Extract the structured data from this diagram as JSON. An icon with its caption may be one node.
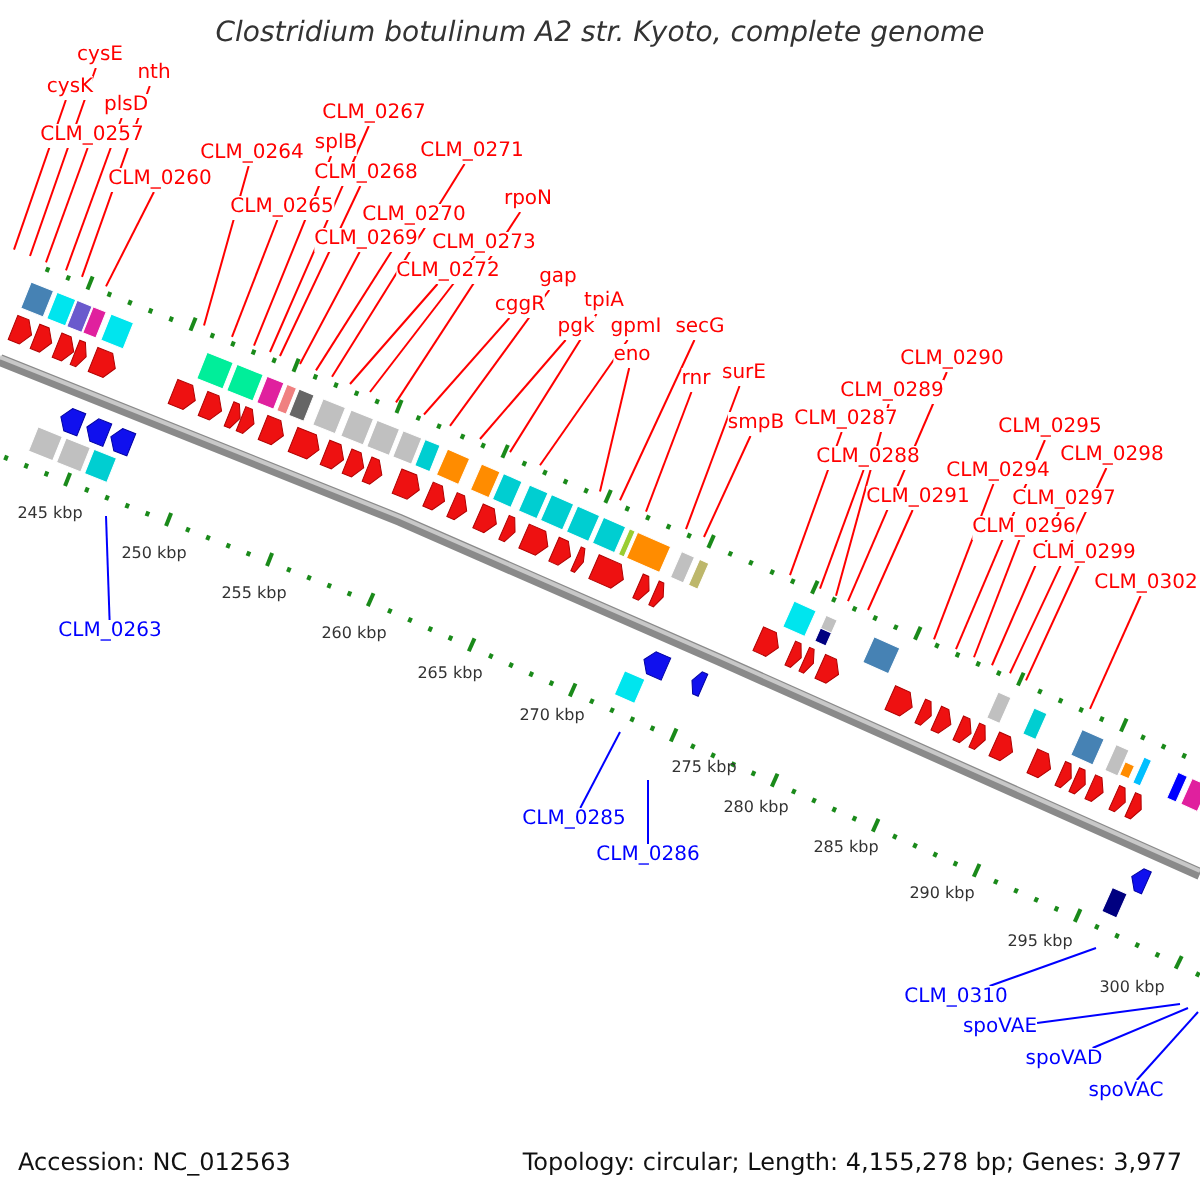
{
  "diagram": {
    "title": "Clostridium botulinum A2 str. Kyoto, complete genome",
    "nodes": [
      {
        "text": [
          "cysK"
        ]
      },
      {
        "text": [
          "cysE"
        ]
      },
      {
        "text": [
          "CLM_0257"
        ]
      },
      {
        "text": [
          "plsD"
        ]
      },
      {
        "text": [
          "nth"
        ]
      },
      {
        "text": [
          "CLM_0260"
        ]
      },
      {
        "text": [
          "CLM_0264"
        ]
      },
      {
        "text": [
          "CLM_0265"
        ]
      },
      {
        "text": [
          "splB"
        ]
      },
      {
        "text": [
          "CLM_0267"
        ]
      },
      {
        "text": [
          "CLM_0268"
        ]
      },
      {
        "text": [
          "CLM_0269"
        ]
      },
      {
        "text": [
          "CLM_0270"
        ]
      },
      {
        "text": [
          "CLM_0271"
        ]
      },
      {
        "text": [
          "CLM_0272"
        ]
      },
      {
        "text": [
          "CLM_0273"
        ]
      },
      {
        "text": [
          "rpoN"
        ]
      },
      {
        "text": [
          "cggR"
        ]
      },
      {
        "text": [
          "gap"
        ]
      },
      {
        "text": [
          "pgk"
        ]
      },
      {
        "text": [
          "tpiA"
        ]
      },
      {
        "text": [
          "gpmI"
        ]
      },
      {
        "text": [
          "eno"
        ]
      },
      {
        "text": [
          "secG"
        ]
      },
      {
        "text": [
          "rnr"
        ]
      },
      {
        "text": [
          "surE"
        ]
      },
      {
        "text": [
          "smpB"
        ]
      },
      {
        "text": [
          "CLM_0287"
        ]
      },
      {
        "text": [
          "CLM_0288"
        ]
      },
      {
        "text": [
          "CLM_0289"
        ]
      },
      {
        "text": [
          "CLM_0290"
        ]
      },
      {
        "text": [
          "CLM_0291"
        ]
      },
      {
        "text": [
          "CLM_0294"
        ]
      },
      {
        "text": [
          "CLM_0295"
        ]
      },
      {
        "text": [
          "CLM_0296"
        ]
      },
      {
        "text": [
          "CLM_0297"
        ]
      },
      {
        "text": [
          "CLM_0298"
        ]
      },
      {
        "text": [
          "CLM_0299"
        ]
      },
      {
        "text": [
          "CLM_0302"
        ]
      },
      {
        "text": [
          "CLM_0263"
        ]
      },
      {
        "text": [
          "CLM_0285"
        ]
      },
      {
        "text": [
          "CLM_0286"
        ]
      },
      {
        "text": [
          "CLM_0310"
        ]
      },
      {
        "text": [
          "spoVAE"
        ]
      },
      {
        "text": [
          "spoVAD"
        ]
      },
      {
        "text": [
          "spoVAC"
        ]
      }
    ],
    "edges": [
      {
        "from": 0,
        "to": null,
        "arrow": "none"
      },
      {
        "from": 1,
        "to": null,
        "arrow": "none"
      },
      {
        "from": 2,
        "to": null,
        "arrow": "none"
      },
      {
        "from": 3,
        "to": null,
        "arrow": "none"
      },
      {
        "from": 4,
        "to": null,
        "arrow": "none"
      },
      {
        "from": 5,
        "to": null,
        "arrow": "none"
      },
      {
        "from": 6,
        "to": null,
        "arrow": "none"
      },
      {
        "from": 7,
        "to": null,
        "arrow": "none"
      },
      {
        "from": 8,
        "to": null,
        "arrow": "none"
      },
      {
        "from": 9,
        "to": null,
        "arrow": "none"
      },
      {
        "from": 10,
        "to": null,
        "arrow": "none"
      },
      {
        "from": 11,
        "to": null,
        "arrow": "none"
      },
      {
        "from": 12,
        "to": null,
        "arrow": "none"
      },
      {
        "from": 13,
        "to": null,
        "arrow": "none"
      },
      {
        "from": 14,
        "to": null,
        "arrow": "none"
      },
      {
        "from": 15,
        "to": null,
        "arrow": "none"
      },
      {
        "from": 16,
        "to": null,
        "arrow": "none"
      },
      {
        "from": 17,
        "to": null,
        "arrow": "none"
      },
      {
        "from": 18,
        "to": null,
        "arrow": "none"
      },
      {
        "from": 19,
        "to": null,
        "arrow": "none"
      },
      {
        "from": 20,
        "to": null,
        "arrow": "none"
      },
      {
        "from": 21,
        "to": null,
        "arrow": "none"
      },
      {
        "from": 22,
        "to": null,
        "arrow": "none"
      },
      {
        "from": 23,
        "to": null,
        "arrow": "none"
      },
      {
        "from": 24,
        "to": null,
        "arrow": "none"
      },
      {
        "from": 25,
        "to": null,
        "arrow": "none"
      },
      {
        "from": 26,
        "to": null,
        "arrow": "none"
      },
      {
        "from": 27,
        "to": null,
        "arrow": "none"
      },
      {
        "from": 28,
        "to": null,
        "arrow": "none"
      },
      {
        "from": 29,
        "to": null,
        "arrow": "none"
      },
      {
        "from": 30,
        "to": null,
        "arrow": "none"
      },
      {
        "from": 31,
        "to": null,
        "arrow": "none"
      },
      {
        "from": 32,
        "to": null,
        "arrow": "none"
      },
      {
        "from": 33,
        "to": null,
        "arrow": "none"
      },
      {
        "from": 34,
        "to": null,
        "arrow": "none"
      },
      {
        "from": 35,
        "to": null,
        "arrow": "none"
      },
      {
        "from": 36,
        "to": null,
        "arrow": "none"
      },
      {
        "from": 37,
        "to": null,
        "arrow": "none"
      },
      {
        "from": 38,
        "to": null,
        "arrow": "none"
      },
      {
        "from": 39,
        "to": null,
        "arrow": "none",
        "color": "#0000ff"
      },
      {
        "from": 40,
        "to": null,
        "arrow": "none",
        "color": "#0000ff"
      },
      {
        "from": 41,
        "to": null,
        "arrow": "none",
        "color": "#0000ff"
      },
      {
        "from": 42,
        "to": null,
        "arrow": "none",
        "color": "#0000ff"
      },
      {
        "from": 43,
        "to": null,
        "arrow": "none",
        "color": "#0000ff"
      },
      {
        "from": 44,
        "to": null,
        "arrow": "none",
        "color": "#0000ff"
      },
      {
        "from": 45,
        "to": null,
        "arrow": "none",
        "color": "#0000ff"
      }
    ],
    "labels": [
      "245 kbp",
      "250 kbp",
      "255 kbp",
      "260 kbp",
      "265 kbp",
      "270 kbp",
      "275 kbp",
      "280 kbp",
      "285 kbp",
      "290 kbp",
      "295 kbp",
      "300 kbp",
      "Accession: NC_012563",
      "Topology: circular; Length: 4,155,278 bp; Genes: 3,977"
    ]
  }
}
